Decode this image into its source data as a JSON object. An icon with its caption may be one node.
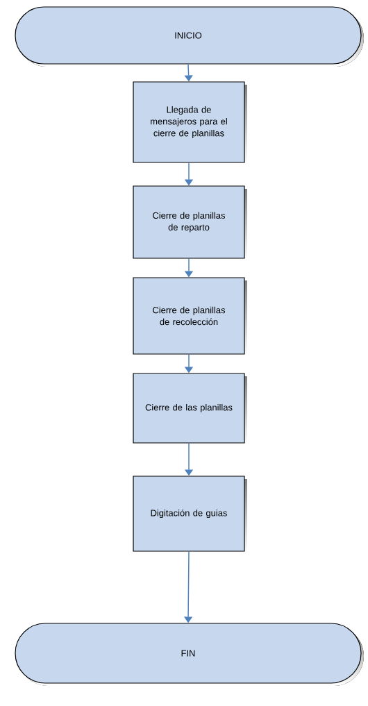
{
  "diagram": {
    "nodes": [
      {
        "text": [
          "INICIO"
        ]
      },
      {
        "text": [
          "Llegada de mensajeros para el cierre de planillas"
        ]
      },
      {
        "text": [
          "Cierre de planillas de reparto"
        ]
      },
      {
        "text": [
          "Cierre de planillas de recolección"
        ]
      },
      {
        "text": [
          "Cierre de las planillas"
        ]
      },
      {
        "text": [
          "Digitación de guias"
        ]
      },
      {
        "text": [
          "FIN"
        ]
      }
    ],
    "edges": [
      {
        "from": 0,
        "to": 1,
        "arrow": "to"
      },
      {
        "from": 1,
        "to": 2,
        "arrow": "to"
      },
      {
        "from": 2,
        "to": 3,
        "arrow": "to"
      },
      {
        "from": 3,
        "to": 4,
        "arrow": "to"
      },
      {
        "from": 4,
        "to": 5,
        "arrow": "to"
      },
      {
        "from": 5,
        "to": 6,
        "arrow": "to"
      }
    ]
  }
}
